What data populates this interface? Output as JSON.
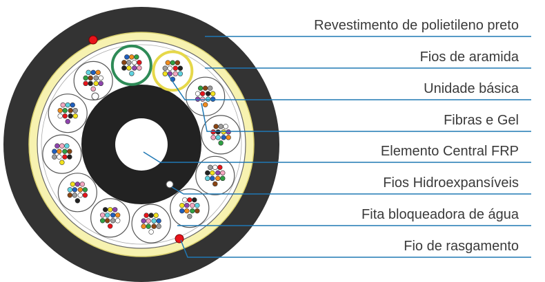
{
  "labels": [
    "Revestimento de polietileno preto",
    "Fios de aramida",
    "Unidade básica",
    "Fibras e Gel",
    "Elemento Central FRP",
    "Fios Hidroexpansíveis",
    "Fita bloqueadora de água",
    "Fio de rasgamento"
  ],
  "colors": {
    "jacket": "#333333",
    "aramid": "#f7f2b0",
    "leader_line": "#1f78b4",
    "ripcord": "#e8141b",
    "tube_outline": "#555555",
    "green_tube": "#2e8b57",
    "yellow_tube": "#e6d84a"
  },
  "fiber_colors": [
    "#1f5fbf",
    "#f28c1c",
    "#2ea043",
    "#8b4513",
    "#9e9e9e",
    "#ffffff",
    "#e8141b",
    "#222222",
    "#f2e21c",
    "#8e44ad",
    "#f4a6c0",
    "#5fd3e0"
  ]
}
